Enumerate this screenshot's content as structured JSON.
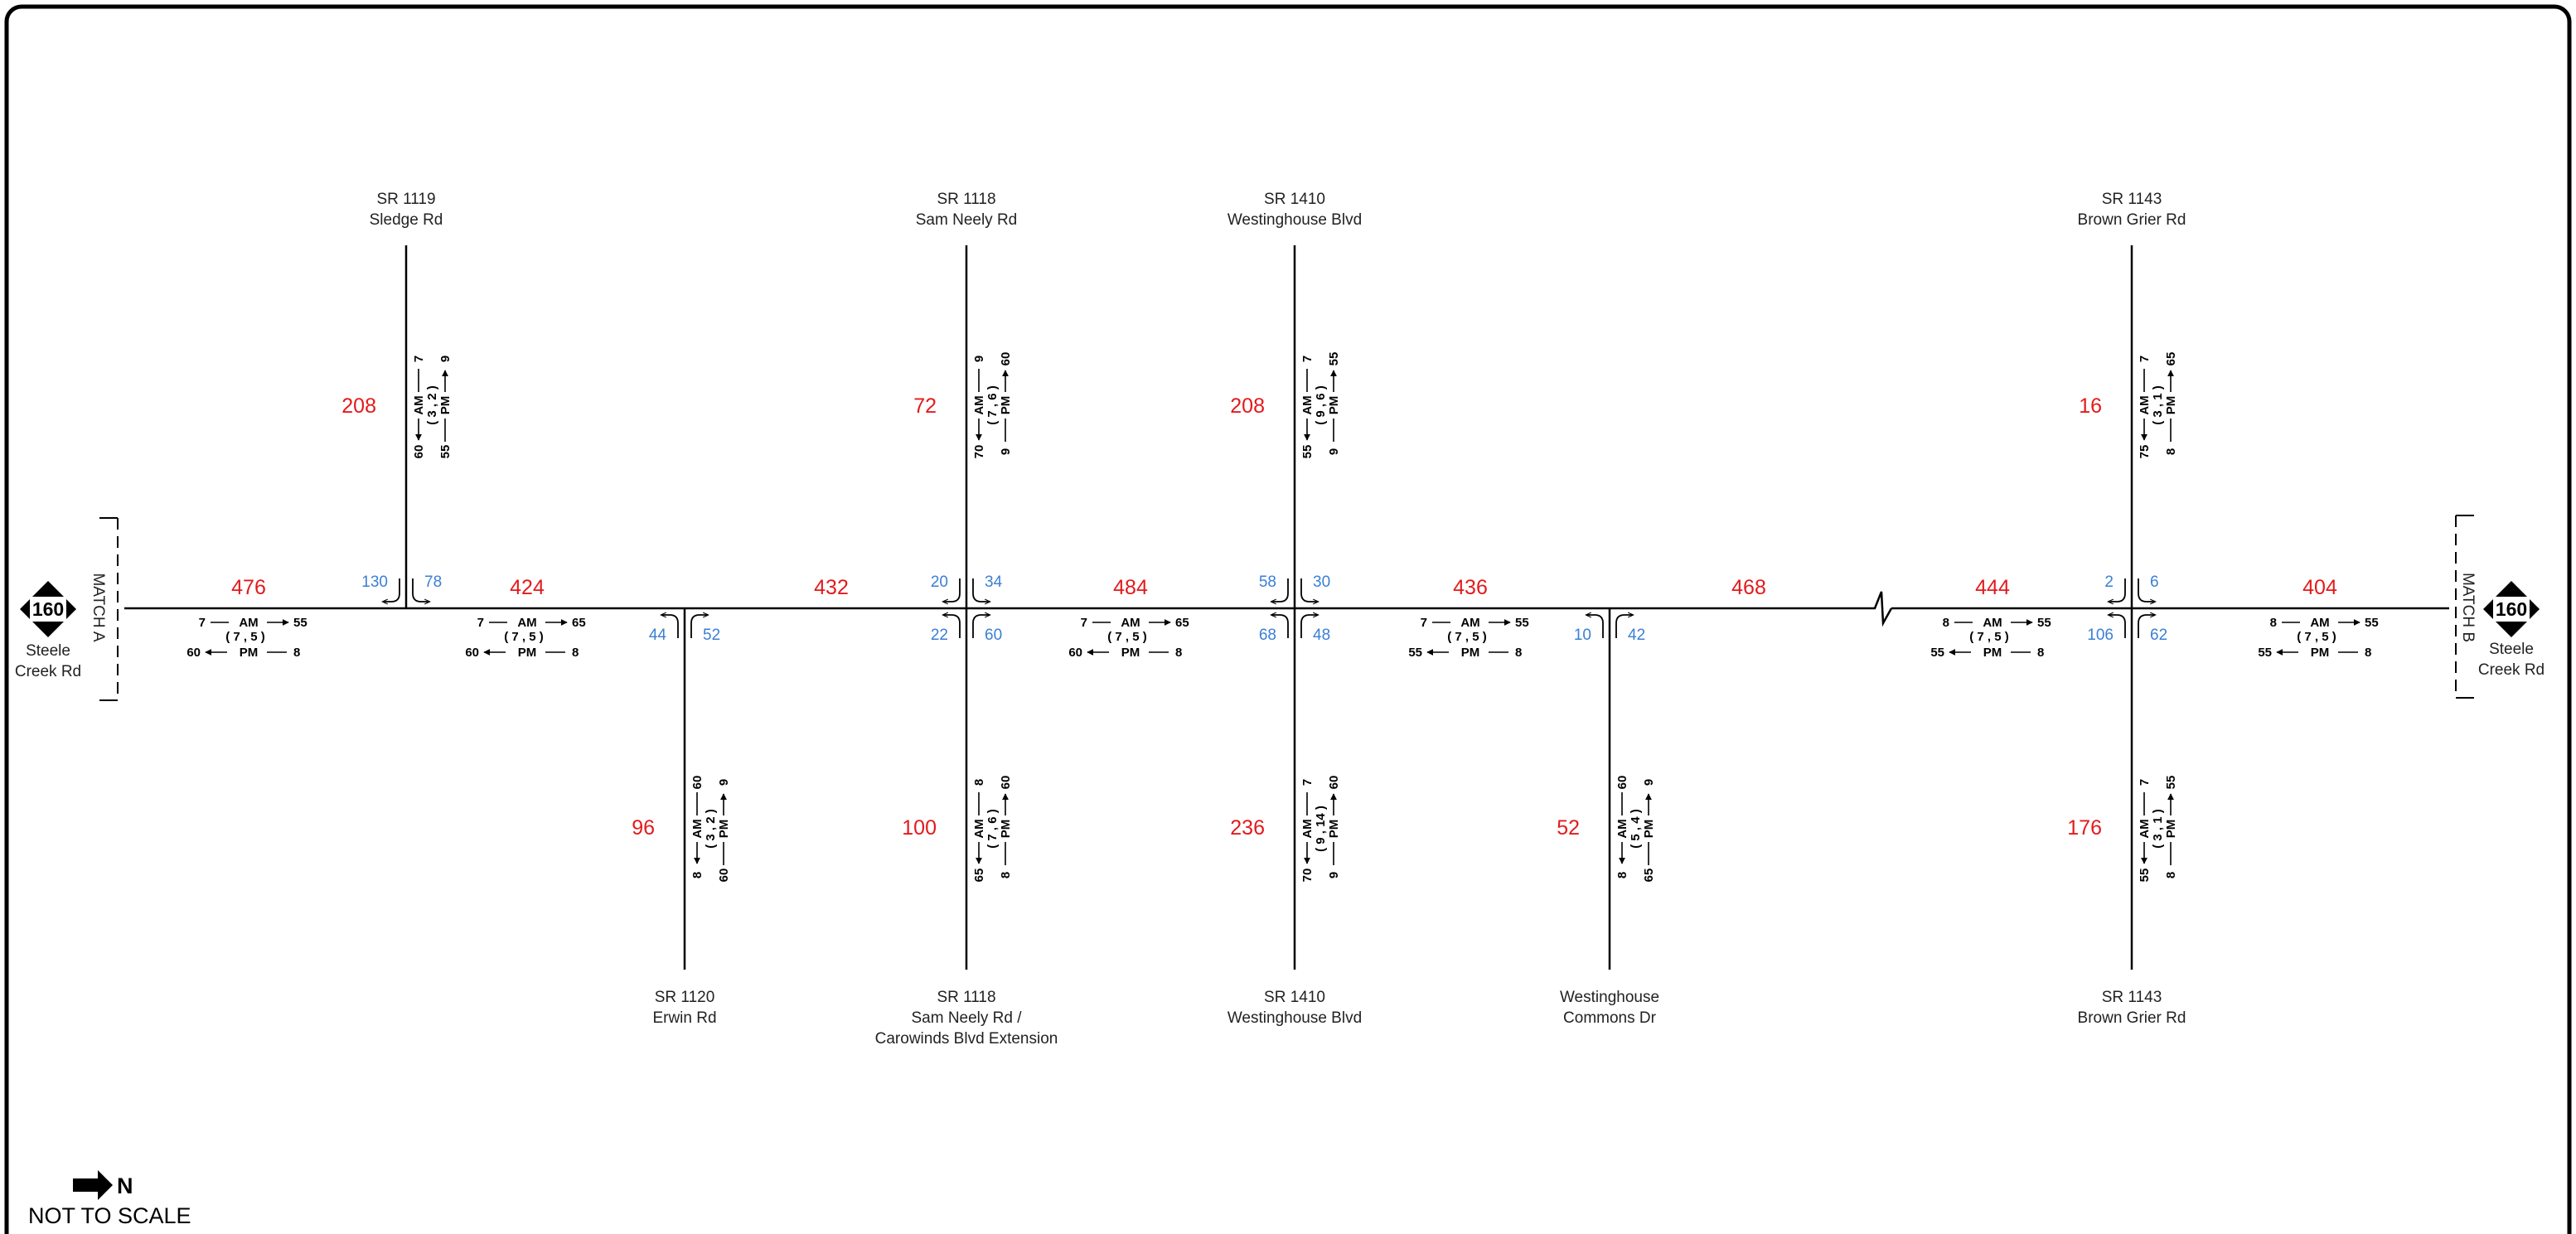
{
  "colors": {
    "segment_volume": "#e31a1c",
    "turn_volume": "#3a7fd5",
    "road": "#000000",
    "border": "#000000"
  },
  "route_shield": {
    "number": "160",
    "name_line1": "Steele",
    "name_line2": "Creek Rd"
  },
  "match_left": "MATCH A",
  "match_right": "MATCH B",
  "north": {
    "letter": "N",
    "icon": "north-arrow-icon"
  },
  "scale_note": "NOT TO SCALE",
  "cross_streets": [
    {
      "id": "sledge",
      "top_label": [
        "SR 1119",
        "Sledge Rd"
      ],
      "bottom_label": [],
      "top_volume": "208",
      "bottom_volume": "",
      "turns": {
        "nw": "130",
        "ne": "78",
        "sw": "",
        "se": ""
      },
      "top_peak": {
        "am_in": "7",
        "am_out": "60",
        "pct": "( 3 , 2 )",
        "pm_in": "9",
        "pm_out": "55"
      },
      "bottom_peak": null
    },
    {
      "id": "erwin",
      "top_label": [],
      "bottom_label": [
        "SR 1120",
        "Erwin Rd"
      ],
      "top_volume": "",
      "bottom_volume": "96",
      "turns": {
        "nw": "",
        "ne": "",
        "sw": "44",
        "se": "52"
      },
      "top_peak": null,
      "bottom_peak": {
        "am_in": "60",
        "am_out": "8",
        "pct": "( 3 , 2 )",
        "pm_in": "9",
        "pm_out": "60"
      }
    },
    {
      "id": "samneely",
      "top_label": [
        "SR 1118",
        "Sam Neely Rd"
      ],
      "bottom_label": [
        "SR 1118",
        "Sam Neely Rd /",
        "Carowinds Blvd Extension"
      ],
      "top_volume": "72",
      "bottom_volume": "100",
      "turns": {
        "nw": "20",
        "ne": "34",
        "sw": "22",
        "se": "60"
      },
      "top_peak": {
        "am_in": "9",
        "am_out": "70",
        "pct": "( 7 , 6 )",
        "pm_in": "60",
        "pm_out": "9"
      },
      "bottom_peak": {
        "am_in": "8",
        "am_out": "65",
        "pct": "( 7 , 6 )",
        "pm_in": "60",
        "pm_out": "8"
      }
    },
    {
      "id": "westinghouse",
      "top_label": [
        "SR 1410",
        "Westinghouse Blvd"
      ],
      "bottom_label": [
        "SR 1410",
        "Westinghouse Blvd"
      ],
      "top_volume": "208",
      "bottom_volume": "236",
      "turns": {
        "nw": "58",
        "ne": "30",
        "sw": "68",
        "se": "48"
      },
      "top_peak": {
        "am_in": "7",
        "am_out": "55",
        "pct": "( 9 , 6 )",
        "pm_in": "55",
        "pm_out": "9"
      },
      "bottom_peak": {
        "am_in": "7",
        "am_out": "70",
        "pct": "( 9 , 14 )",
        "pm_in": "60",
        "pm_out": "9"
      }
    },
    {
      "id": "commons",
      "top_label": [],
      "bottom_label": [
        "Westinghouse",
        "Commons Dr"
      ],
      "top_volume": "",
      "bottom_volume": "52",
      "turns": {
        "nw": "",
        "ne": "",
        "sw": "10",
        "se": "42"
      },
      "top_peak": null,
      "bottom_peak": {
        "am_in": "60",
        "am_out": "8",
        "pct": "( 5 , 4 )",
        "pm_in": "9",
        "pm_out": "65"
      }
    },
    {
      "id": "browngrier",
      "top_label": [
        "SR 1143",
        "Brown Grier Rd"
      ],
      "bottom_label": [
        "SR 1143",
        "Brown Grier Rd"
      ],
      "top_volume": "16",
      "bottom_volume": "176",
      "turns": {
        "nw": "2",
        "ne": "6",
        "sw": "106",
        "se": "62"
      },
      "top_peak": {
        "am_in": "7",
        "am_out": "75",
        "pct": "( 3 , 1 )",
        "pm_in": "65",
        "pm_out": "8"
      },
      "bottom_peak": {
        "am_in": "7",
        "am_out": "55",
        "pct": "( 3 , 1 )",
        "pm_in": "55",
        "pm_out": "8"
      }
    }
  ],
  "segments": [
    {
      "volume": "476",
      "am_in": "7",
      "am_out": "55",
      "pct": "( 7 , 5 )",
      "pm_in": "60",
      "pm_out": "8"
    },
    {
      "volume": "424",
      "am_in": "7",
      "am_out": "65",
      "pct": "( 7 , 5 )",
      "pm_in": "60",
      "pm_out": "8"
    },
    {
      "volume": "432"
    },
    {
      "volume": "484",
      "am_in": "7",
      "am_out": "65",
      "pct": "( 7 , 5 )",
      "pm_in": "60",
      "pm_out": "8"
    },
    {
      "volume": "436",
      "am_in": "7",
      "am_out": "55",
      "pct": "( 7 , 5 )",
      "pm_in": "55",
      "pm_out": "8"
    },
    {
      "volume": "468"
    },
    {
      "volume": "444",
      "am_in": "8",
      "am_out": "55",
      "pct": "( 7 , 5 )",
      "pm_in": "55",
      "pm_out": "8"
    },
    {
      "volume": "404",
      "am_in": "8",
      "am_out": "55",
      "pct": "( 7 , 5 )",
      "pm_in": "55",
      "pm_out": "8"
    }
  ],
  "peak_labels": {
    "am": "AM",
    "pm": "PM"
  }
}
